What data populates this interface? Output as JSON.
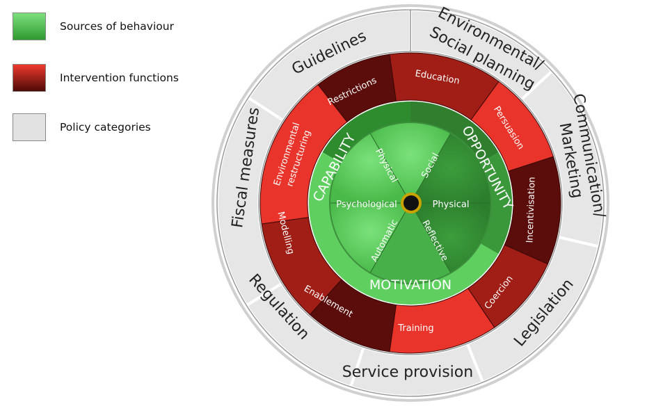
{
  "legend": {
    "sources": "Sources of behaviour",
    "interventions": "Intervention functions",
    "policies": "Policy categories"
  },
  "colors": {
    "green_light": "#5fcf5f",
    "green_dark": "#2e8b2e",
    "red_bright": "#e8342a",
    "red_mid": "#a01e16",
    "red_dark": "#5a0d0a",
    "grey": "#e6e6e6"
  },
  "policies": [
    "Guidelines",
    "Environmental/",
    "Social planning",
    "Communication/",
    "Marketing",
    "Legislation",
    "Service provision",
    "Regulation",
    "Fiscal measures"
  ],
  "interventions": [
    "Restrictions",
    "Education",
    "Persuasion",
    "Incentivisation",
    "Coercion",
    "Training",
    "Enablement",
    "Modelling",
    "Environmental",
    "restructuring"
  ],
  "sources": {
    "capability": "CAPABILITY",
    "opportunity": "OPPORTUNITY",
    "motivation": "MOTIVATION"
  },
  "components": [
    "Physical",
    "Social",
    "Physical",
    "Reflective",
    "Automatic",
    "Psychological"
  ]
}
